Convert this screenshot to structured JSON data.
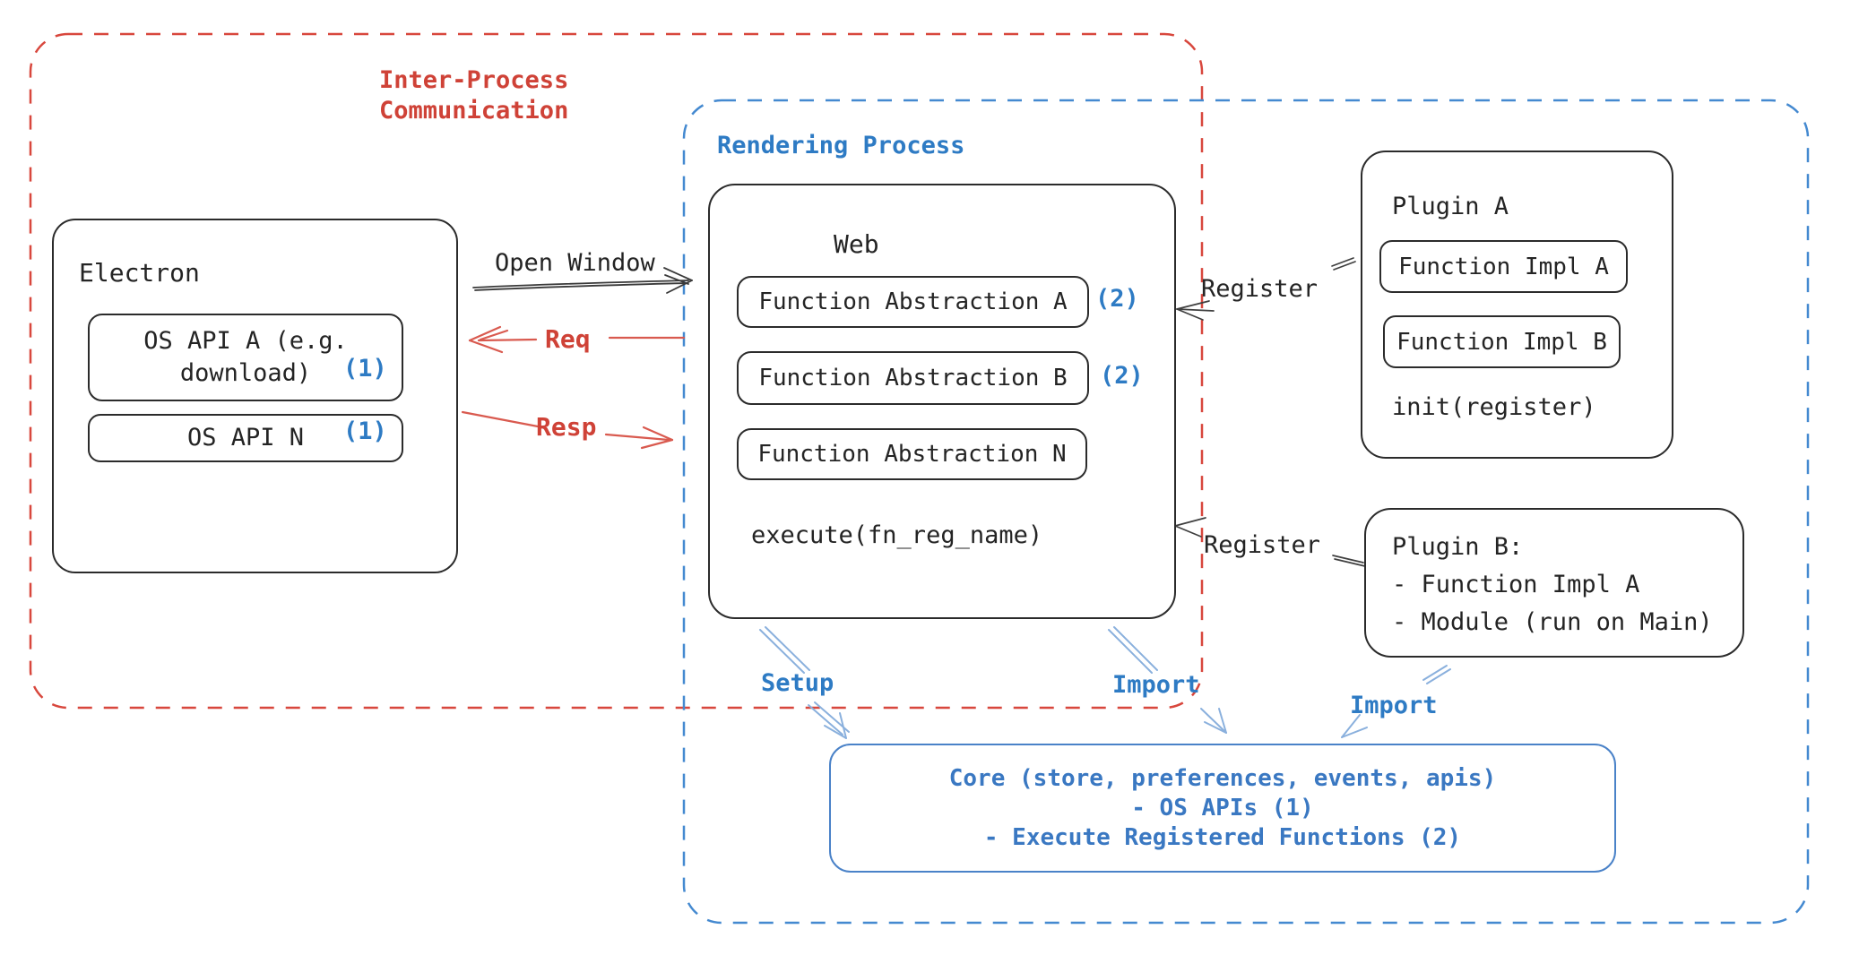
{
  "diagram": {
    "ipc_group": {
      "label": "Inter-Process\nCommunication"
    },
    "rendering_group": {
      "label": "Rendering Process"
    },
    "electron": {
      "title": "Electron",
      "items": [
        {
          "label": "OS API A (e.g.\ndownload)",
          "badge": "(1)"
        },
        {
          "label": "OS API N",
          "badge": "(1)"
        }
      ]
    },
    "web": {
      "title": "Web",
      "items": [
        {
          "label": "Function Abstraction A",
          "badge": "(2)"
        },
        {
          "label": "Function Abstraction B",
          "badge": "(2)"
        },
        {
          "label": "Function Abstraction N",
          "badge": ""
        }
      ],
      "footer": "execute(fn_reg_name)"
    },
    "plugin_a": {
      "title": "Plugin A",
      "items": [
        {
          "label": "Function Impl A"
        },
        {
          "label": "Function Impl B"
        }
      ],
      "footer": "init(register)"
    },
    "plugin_b": {
      "lines": "Plugin B:\n- Function Impl A\n- Module (run on Main)"
    },
    "core": {
      "lines": "Core (store, preferences, events, apis)\n- OS APIs (1)\n- Execute Registered Functions (2)"
    },
    "labels": {
      "open_window": "Open Window",
      "req": "Req",
      "resp": "Resp",
      "register_plugin_a": "Register",
      "register_plugin_b": "Register",
      "setup": "Setup",
      "import_web": "Import",
      "import_plugin": "Import"
    },
    "palette": {
      "red": "#cf4237",
      "blue": "#2e7bc4",
      "arrow_blue": "#8ab0dd",
      "dash_red": "#d8473d",
      "dash_blue": "#4489d0",
      "ink": "#242424"
    }
  }
}
